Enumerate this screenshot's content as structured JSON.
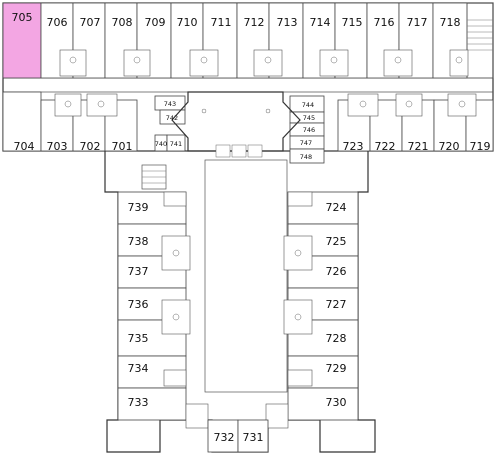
{
  "highlight_color": "#f3a6e3",
  "rooms": {
    "r705": "705",
    "r706": "706",
    "r707": "707",
    "r708": "708",
    "r709": "709",
    "r710": "710",
    "r711": "711",
    "r712": "712",
    "r713": "713",
    "r714": "714",
    "r715": "715",
    "r716": "716",
    "r717": "717",
    "r718": "718",
    "r704": "704",
    "r703": "703",
    "r702": "702",
    "r701": "701",
    "r723": "723",
    "r722": "722",
    "r721": "721",
    "r720": "720",
    "r719": "719",
    "r740": "740",
    "r741": "741",
    "r742": "742",
    "r743": "743",
    "r744": "744",
    "r745": "745",
    "r746": "746",
    "r747": "747",
    "r748": "748",
    "r739": "739",
    "r738": "738",
    "r737": "737",
    "r736": "736",
    "r735": "735",
    "r734": "734",
    "r733": "733",
    "r732": "732",
    "r731": "731",
    "r724": "724",
    "r725": "725",
    "r726": "726",
    "r727": "727",
    "r728": "728",
    "r729": "729",
    "r730": "730"
  },
  "highlighted_room": "705"
}
